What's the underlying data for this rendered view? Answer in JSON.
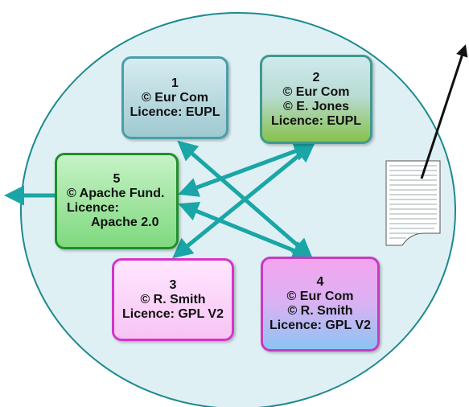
{
  "boxes": {
    "b1": {
      "num": "1",
      "line1": "© Eur Com",
      "line2": "Licence: EUPL"
    },
    "b2": {
      "num": "2",
      "line1": "© Eur Com",
      "line2": "© E. Jones",
      "line3": "Licence: EUPL"
    },
    "b5": {
      "num": "5",
      "line1": "© Apache Fund.",
      "line2": "Licence:",
      "line3": "Apache 2.0"
    },
    "b3": {
      "num": "3",
      "line1": "© R. Smith",
      "line2": "Licence: GPL V2"
    },
    "b4": {
      "num": "4",
      "line1": "© Eur Com",
      "line2": "© R. Smith",
      "line3": "Licence: GPL V2"
    }
  },
  "colors": {
    "circle_fill": "#dff0f4",
    "circle_stroke": "#1d8a8f",
    "arrow": "#1aa6a6",
    "pointer": "#111111"
  },
  "icons": {
    "document": "document-icon"
  }
}
